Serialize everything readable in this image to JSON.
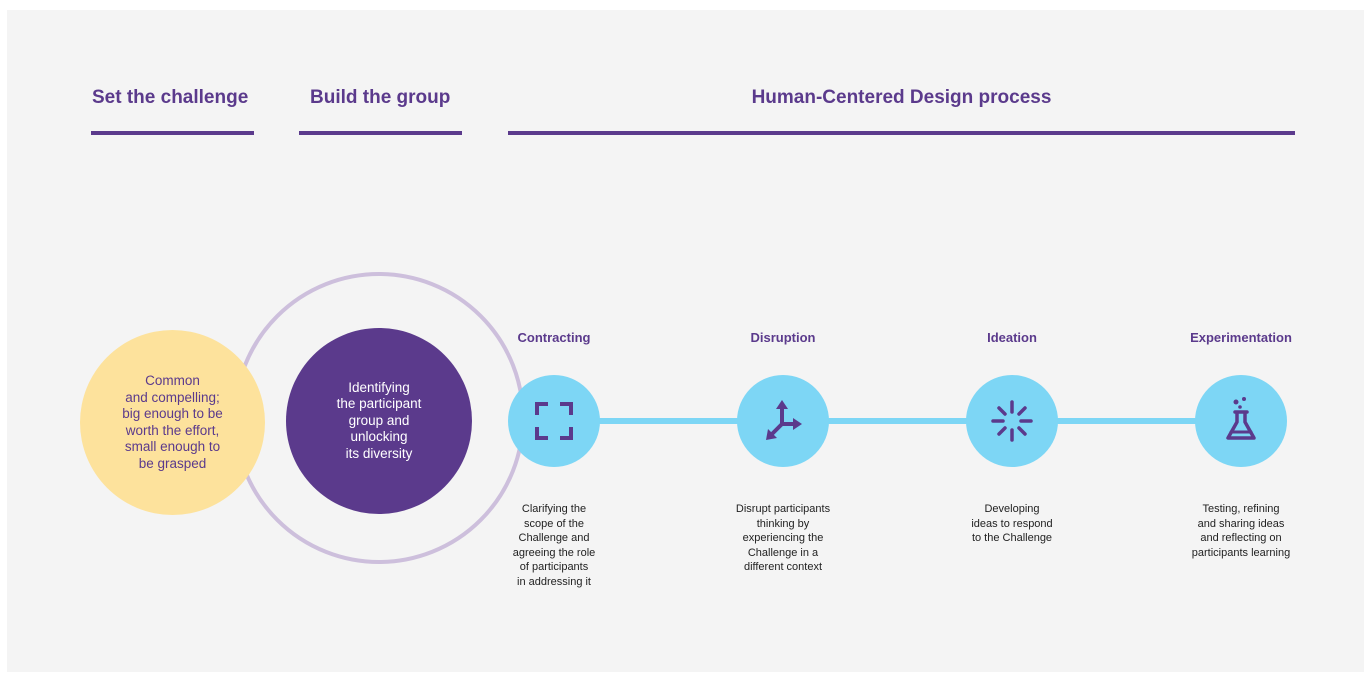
{
  "headers": {
    "set_challenge": "Set the challenge",
    "build_group": "Build the group",
    "hcd_process": "Human-Centered Design process"
  },
  "challenge_circle": {
    "text": "Common\nand compelling;\nbig enough to be\nworth the effort,\nsmall enough to\nbe grasped"
  },
  "group_circle": {
    "text": "Identifying\nthe participant\ngroup and\nunlocking\nits diversity"
  },
  "steps": [
    {
      "title": "Contracting",
      "icon": "focus-frame-icon",
      "description": "Clarifying the\nscope of the\nChallenge and\nagreeing the role\nof participants\nin addressing it"
    },
    {
      "title": "Disruption",
      "icon": "diverging-arrows-icon",
      "description": "Disrupt participants\nthinking by\nexperiencing the\nChallenge in a\ndifferent context"
    },
    {
      "title": "Ideation",
      "icon": "sparkle-burst-icon",
      "description": "Developing\nideas to respond\nto the Challenge"
    },
    {
      "title": "Experimentation",
      "icon": "flask-icon",
      "description": "Testing, refining\nand sharing ideas\nand reflecting on\nparticipants learning"
    }
  ],
  "colors": {
    "purple": "#5b3a8c",
    "lavender": "#cdbfdc",
    "yellow": "#fde29c",
    "cyan": "#7dd6f5",
    "background": "#f4f4f4"
  }
}
